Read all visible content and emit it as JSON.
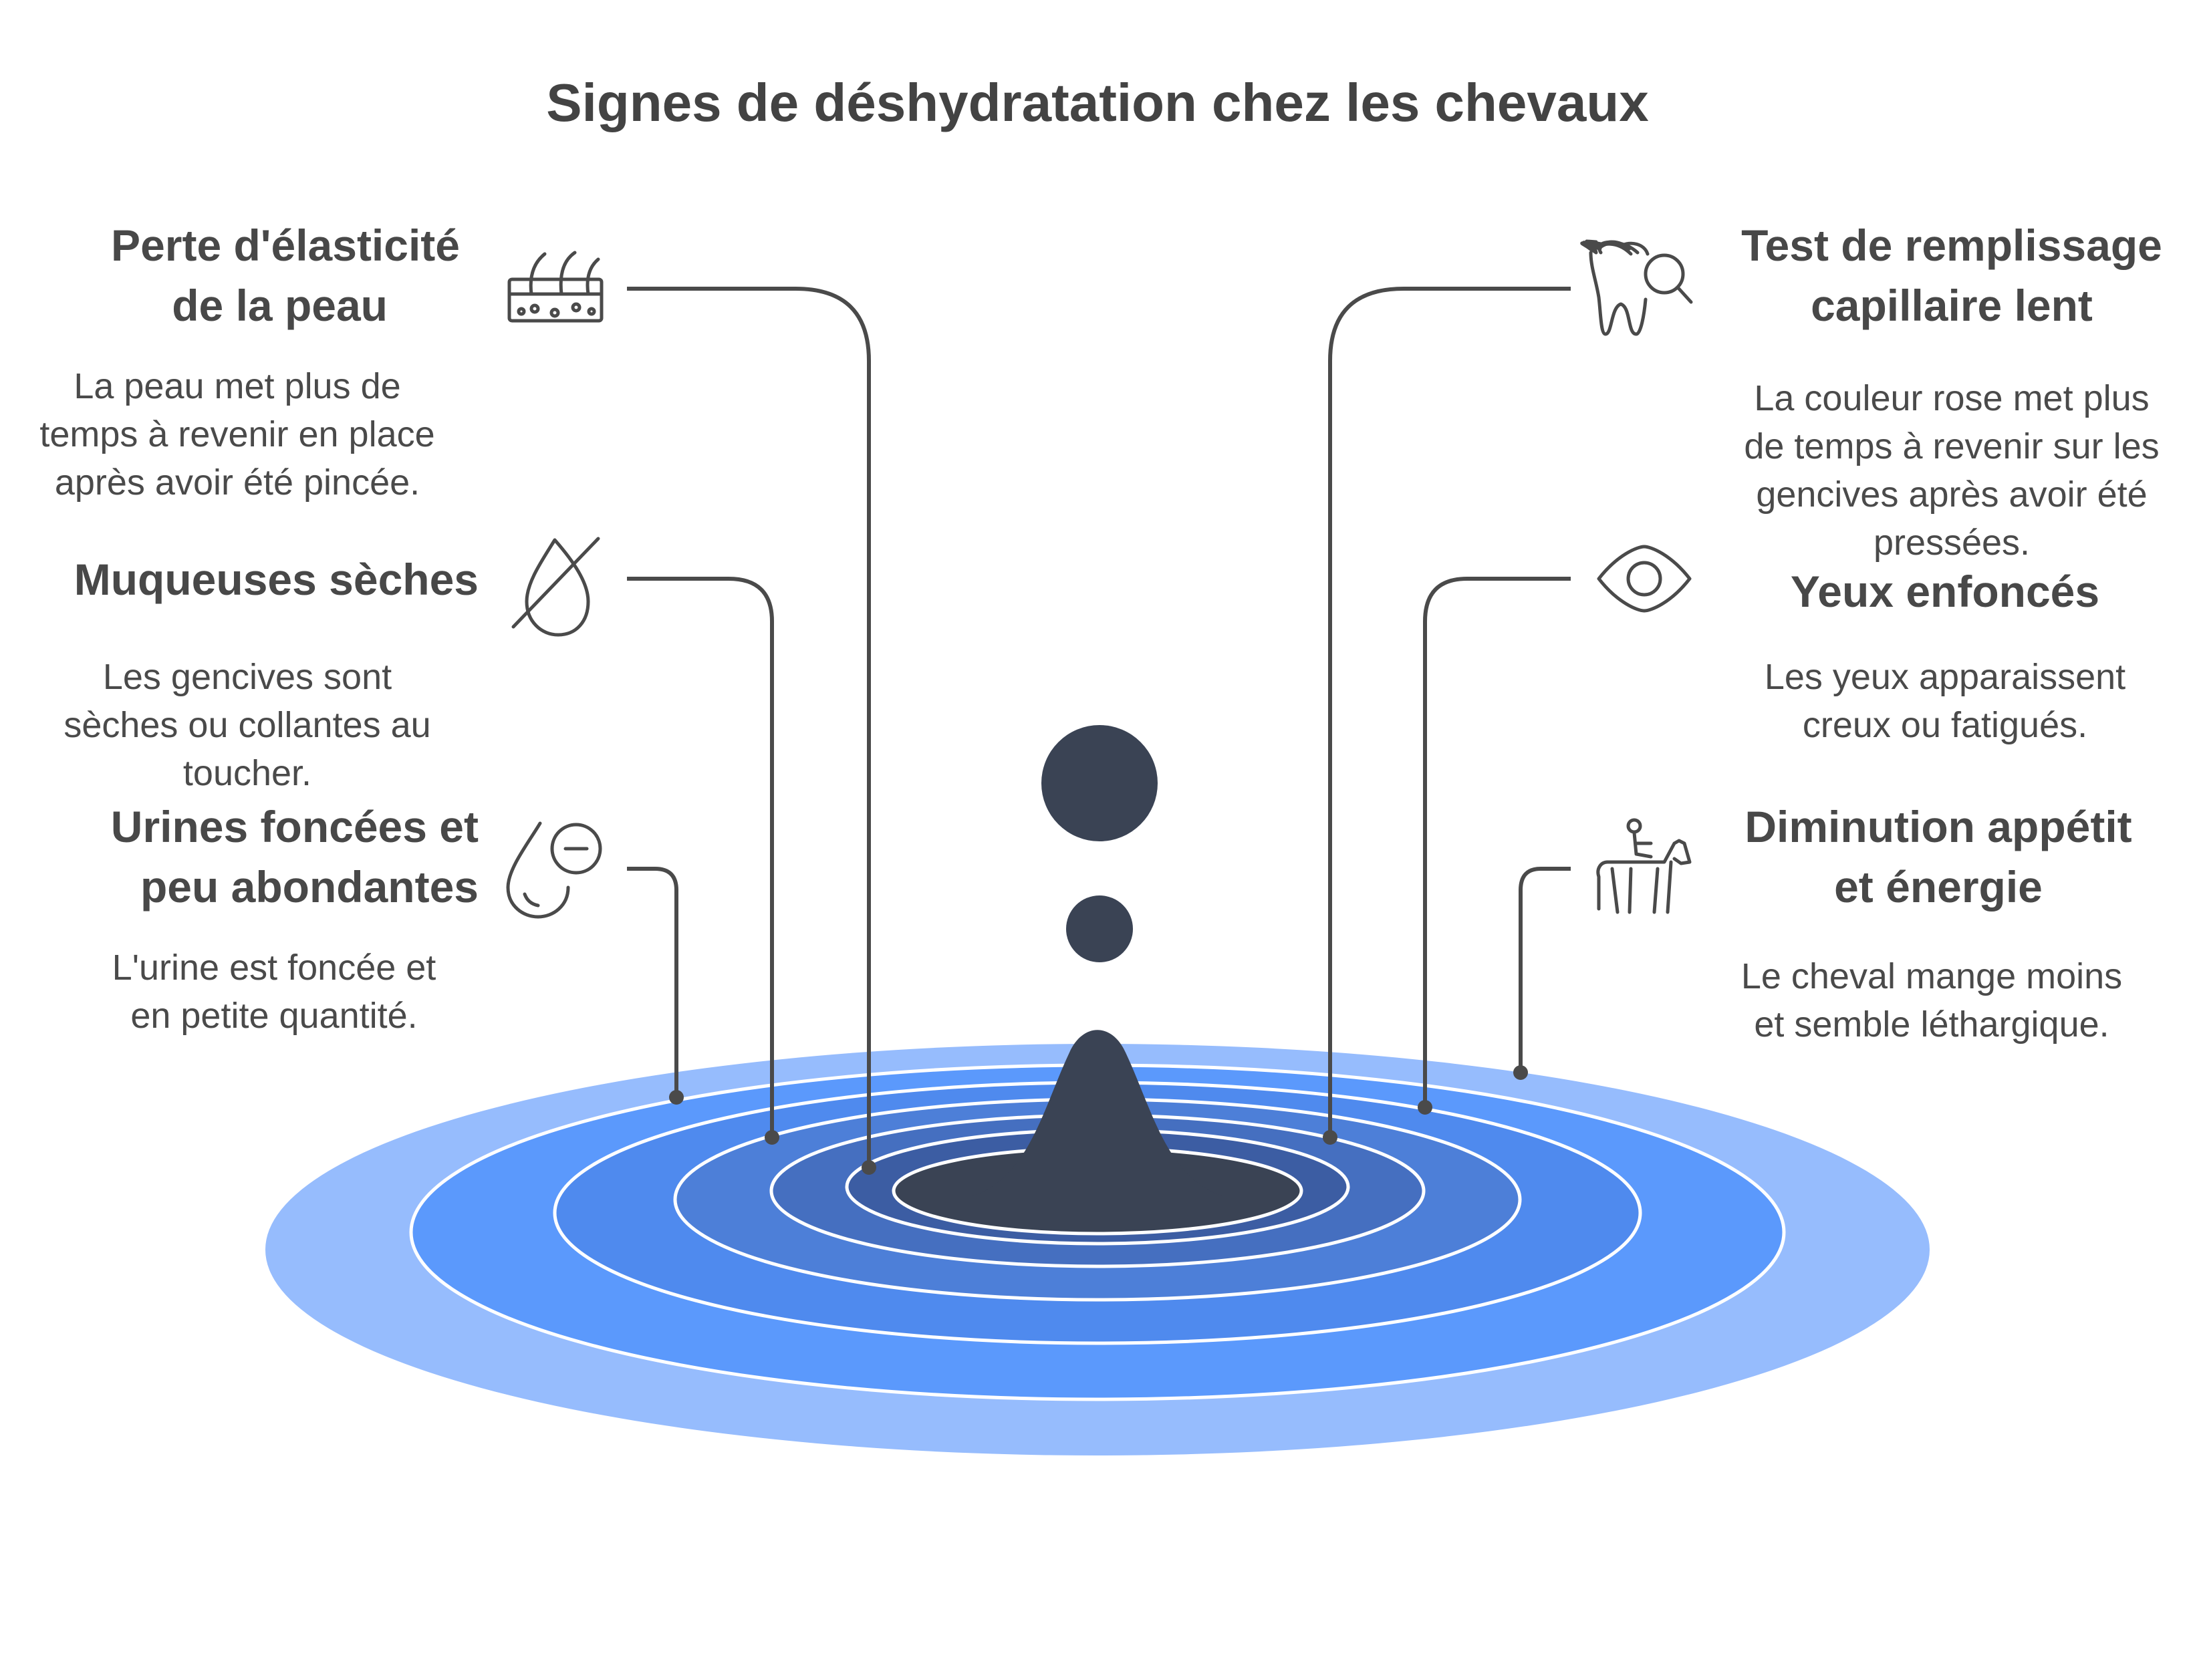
{
  "title": "Signes de déshydratation chez les chevaux",
  "colors": {
    "text_dark": "#434343",
    "ring_outer": "#96bcfd",
    "ring_1": "#5b99fc",
    "ring_2": "#4f8aee",
    "ring_3": "#4d7fd8",
    "ring_4": "#456fc0",
    "ring_5": "#3c5da3",
    "drop": "#3a4354",
    "line": "#4a4a4a"
  },
  "signs": [
    {
      "id": "skin",
      "side": "left",
      "icon": "skin-hair-icon",
      "title_lines": [
        "Perte d'élasticité",
        "de la peau"
      ],
      "desc_lines": [
        "La peau met plus de",
        "temps à revenir en place",
        "après avoir été pincée."
      ]
    },
    {
      "id": "mucosa",
      "side": "left",
      "icon": "no-drop-icon",
      "title_lines": [
        "Muqueuses sèches"
      ],
      "desc_lines": [
        "Les gencives sont",
        "sèches ou collantes au",
        "toucher."
      ]
    },
    {
      "id": "urine",
      "side": "left",
      "icon": "drop-minus-icon",
      "title_lines": [
        "Urines foncées et",
        "peu abondantes"
      ],
      "desc_lines": [
        "L'urine est foncée et",
        "en petite quantité."
      ]
    },
    {
      "id": "capillary",
      "side": "right",
      "icon": "tooth-search-icon",
      "title_lines": [
        "Test de remplissage",
        "capillaire lent"
      ],
      "desc_lines": [
        "La couleur rose met plus",
        "de temps à revenir sur les",
        "gencives après avoir été",
        "pressées."
      ]
    },
    {
      "id": "eyes",
      "side": "right",
      "icon": "eye-icon",
      "title_lines": [
        "Yeux enfoncés"
      ],
      "desc_lines": [
        "Les yeux apparaissent",
        "creux ou fatigués."
      ]
    },
    {
      "id": "energy",
      "side": "right",
      "icon": "horse-rider-icon",
      "title_lines": [
        "Diminution appétit",
        "et énergie"
      ],
      "desc_lines": [
        "Le cheval mange moins",
        "et semble léthargique."
      ]
    }
  ]
}
